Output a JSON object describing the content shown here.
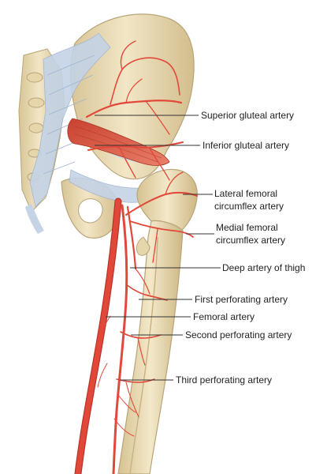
{
  "labels": {
    "superior_gluteal": "Superior gluteal artery",
    "inferior_gluteal": "Inferior gluteal artery",
    "lateral_circumflex_1": "Lateral femoral",
    "lateral_circumflex_2": "circumflex artery",
    "medial_circumflex_1": "Medial femoral",
    "medial_circumflex_2": "circumflex artery",
    "deep_artery": "Deep artery of thigh",
    "first_perforating": "First perforating artery",
    "femoral": "Femoral artery",
    "second_perforating": "Second perforating artery",
    "third_perforating": "Third perforating artery"
  },
  "colors": {
    "background": "#ffffff",
    "bone": "#eee0bc",
    "bone_edge": "#b8a478",
    "ligament": "#c4d3e6",
    "muscle": "#d85a45",
    "artery": "#e2483a",
    "artery_dark": "#b9352a",
    "text": "#222222"
  }
}
